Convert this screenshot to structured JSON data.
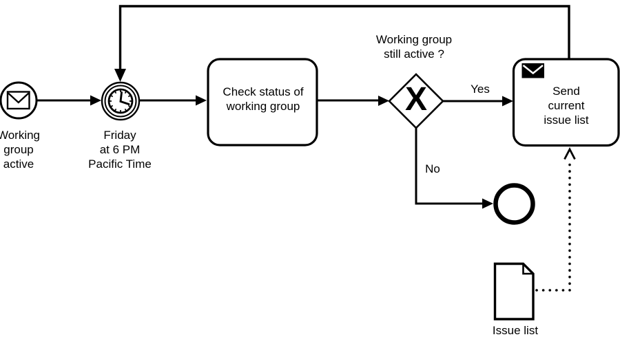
{
  "diagram": {
    "background_color": "#ffffff",
    "line_color": "#000000",
    "start_event": {
      "type": "message-start-event",
      "label": "Working\ngroup\nactive"
    },
    "timer_event": {
      "type": "timer-intermediate-event",
      "label": "Friday\nat 6 PM\nPacific Time"
    },
    "check_task": {
      "label": "Check status of\nworking group"
    },
    "gateway": {
      "type": "exclusive-gateway",
      "label": "Working group\nstill active ?",
      "marker": "X"
    },
    "yes_flow": {
      "label": "Yes"
    },
    "no_flow": {
      "label": "No"
    },
    "send_task": {
      "type": "send-task",
      "label": "Send current\nissue list"
    },
    "end_event": {
      "type": "end-event"
    },
    "data_object": {
      "type": "data-object",
      "label": "Issue list"
    }
  }
}
